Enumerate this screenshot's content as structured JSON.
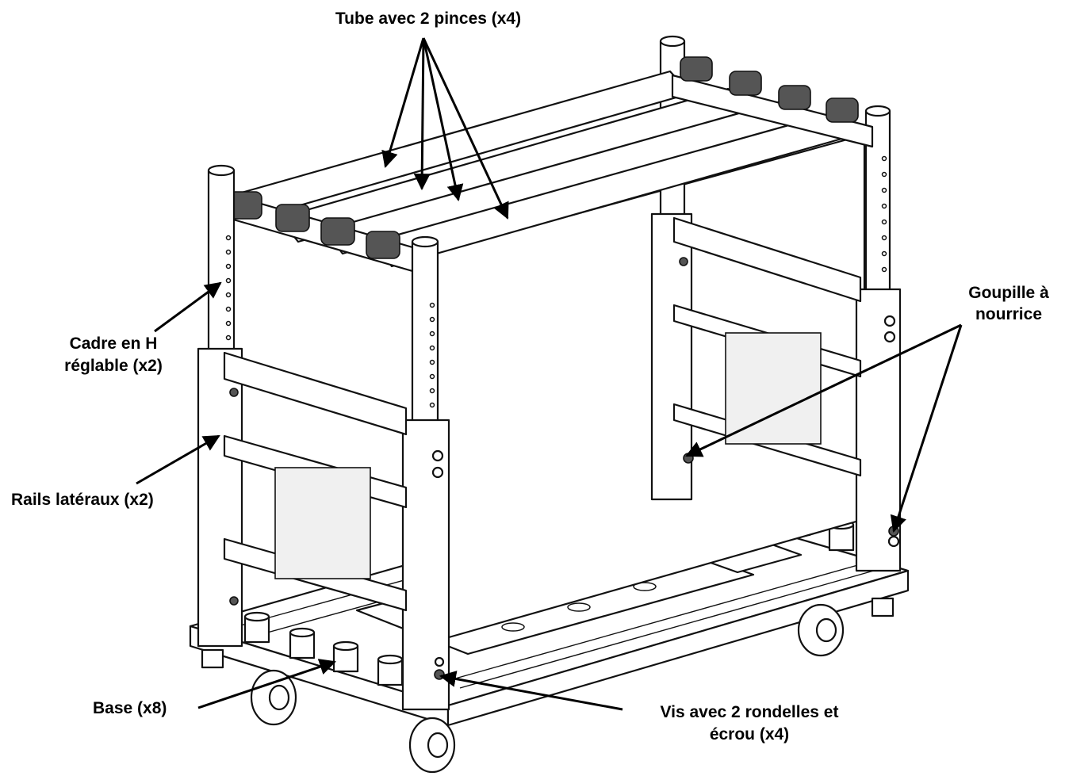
{
  "labels": {
    "tube": "Tube avec 2 pinces (x4)",
    "cadre_line1": "Cadre en H",
    "cadre_line2": "réglable (x2)",
    "goupille_line1": "Goupille à",
    "goupille_line2": "nourrice",
    "rails": "Rails latéraux (x2)",
    "base": "Base (x8)",
    "vis_line1": "Vis avec 2 rondelles et",
    "vis_line2": "écrou (x4)"
  },
  "colors": {
    "line": "#111111",
    "background": "#ffffff",
    "shade": "#f0f0f0"
  }
}
